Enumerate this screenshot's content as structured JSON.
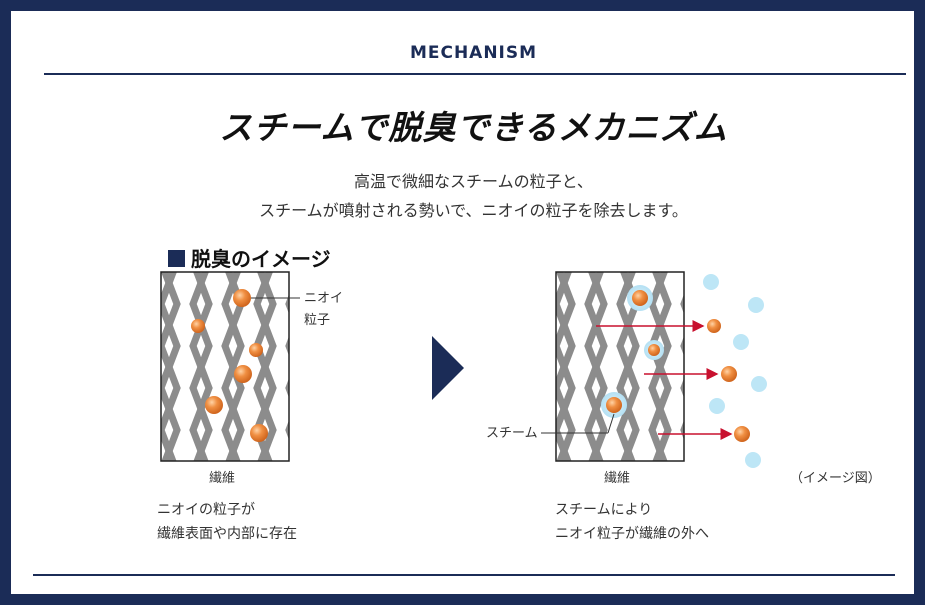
{
  "header": {
    "label": "MECHANISM"
  },
  "title": "スチームで脱臭できるメカニズム",
  "description": [
    "高温で微細なスチームの粒子と、",
    "スチームが噴射される勢いで、ニオイの粒子を除去します。"
  ],
  "section_title": "脱臭のイメージ",
  "left_diagram": {
    "particle_label_line1": "ニオイ",
    "particle_label_line2": "粒子",
    "fiber_label": "繊維",
    "caption_line1": "ニオイの粒子が",
    "caption_line2": "繊維表面や内部に存在"
  },
  "right_diagram": {
    "steam_label": "スチーム",
    "fiber_label": "繊維",
    "image_note": "（イメージ図）",
    "caption_line1": "スチームにより",
    "caption_line2": "ニオイ粒子が繊維の外へ"
  },
  "colors": {
    "navy": "#1b2c57",
    "fiber": "#8c8c8c",
    "particle": "#ef8a3c",
    "steam": "#b9e3f5",
    "arrow": "#c8102e"
  }
}
